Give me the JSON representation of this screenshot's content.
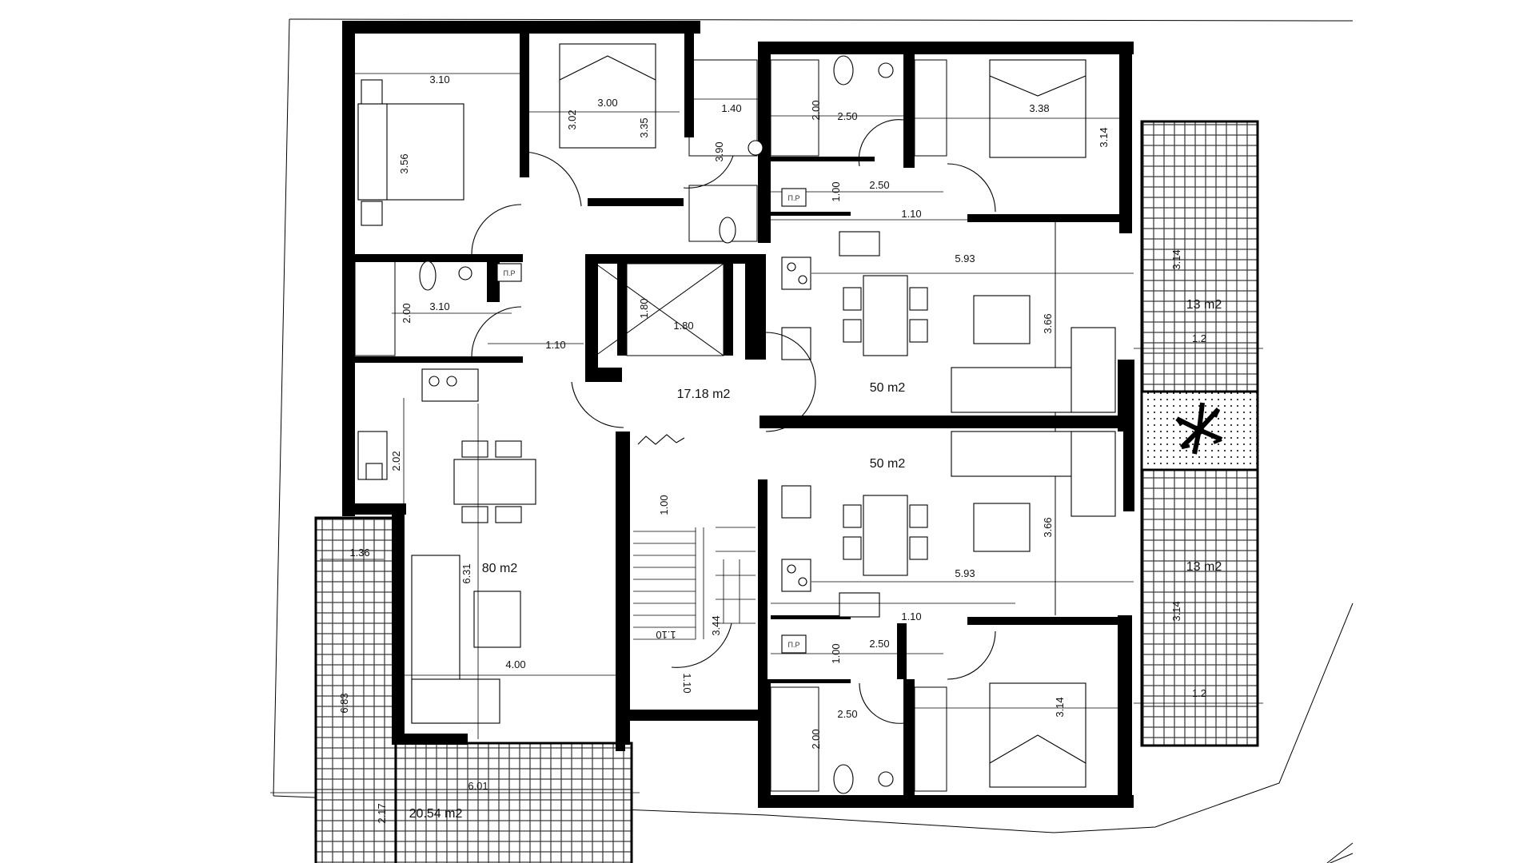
{
  "areas": {
    "west_apartment": "80 m2",
    "hall": "17.18 m2",
    "east_upper": "50 m2",
    "east_lower": "50 m2",
    "balcony_ne": "13 m2",
    "balcony_se": "13 m2",
    "balcony_sw": "20.54 m2"
  },
  "dimensions": {
    "d_3_10_a": "3.10",
    "d_3_56": "3.56",
    "d_3_00": "3.00",
    "d_3_02": "3.02",
    "d_3_35": "3.35",
    "d_1_40": "1.40",
    "d_3_90": "3.90",
    "d_3_10_b": "3.10",
    "d_2_00_a": "2.00",
    "d_1_10_a": "1.10",
    "d_1_80_a": "1.80",
    "d_1_80_b": "1.80",
    "d_2_02": "2.02",
    "d_6_31": "6.31",
    "d_4_00": "4.00",
    "d_1_36": "1.36",
    "d_6_83": "6.83",
    "d_6_01": "6.01",
    "d_2_17": "2.17",
    "d_1_00_a": "1.00",
    "d_1_10_b": "1.10",
    "d_3_44": "3.44",
    "d_1_10_c": "1.10",
    "d_2_00_b": "2.00",
    "d_2_50_a": "2.50",
    "d_3_38": "3.38",
    "d_3_14_a": "3.14",
    "d_1_00_b": "1.00",
    "d_2_50_b": "2.50",
    "d_1_10_d": "1.10",
    "d_5_93_a": "5.93",
    "d_3_66_a": "3.66",
    "d_3_66_b": "3.66",
    "d_5_93_b": "5.93",
    "d_1_10_e": "1.10",
    "d_1_00_c": "1.00",
    "d_2_50_c": "2.50",
    "d_2_50_d": "2.50",
    "d_2_00_c": "2.00",
    "d_3_14_b": "3.14",
    "d_3_14_c": "3.14",
    "d_1_2_a": "1.2",
    "d_3_14_d": "3.14",
    "d_1_2_b": "1.2"
  },
  "labels": {
    "pp_1": "П.Р",
    "pp_2": "П.Р",
    "pp_3": "П.Р"
  },
  "colors": {
    "wall": "#000000",
    "line": "#000000",
    "background": "#ffffff"
  }
}
